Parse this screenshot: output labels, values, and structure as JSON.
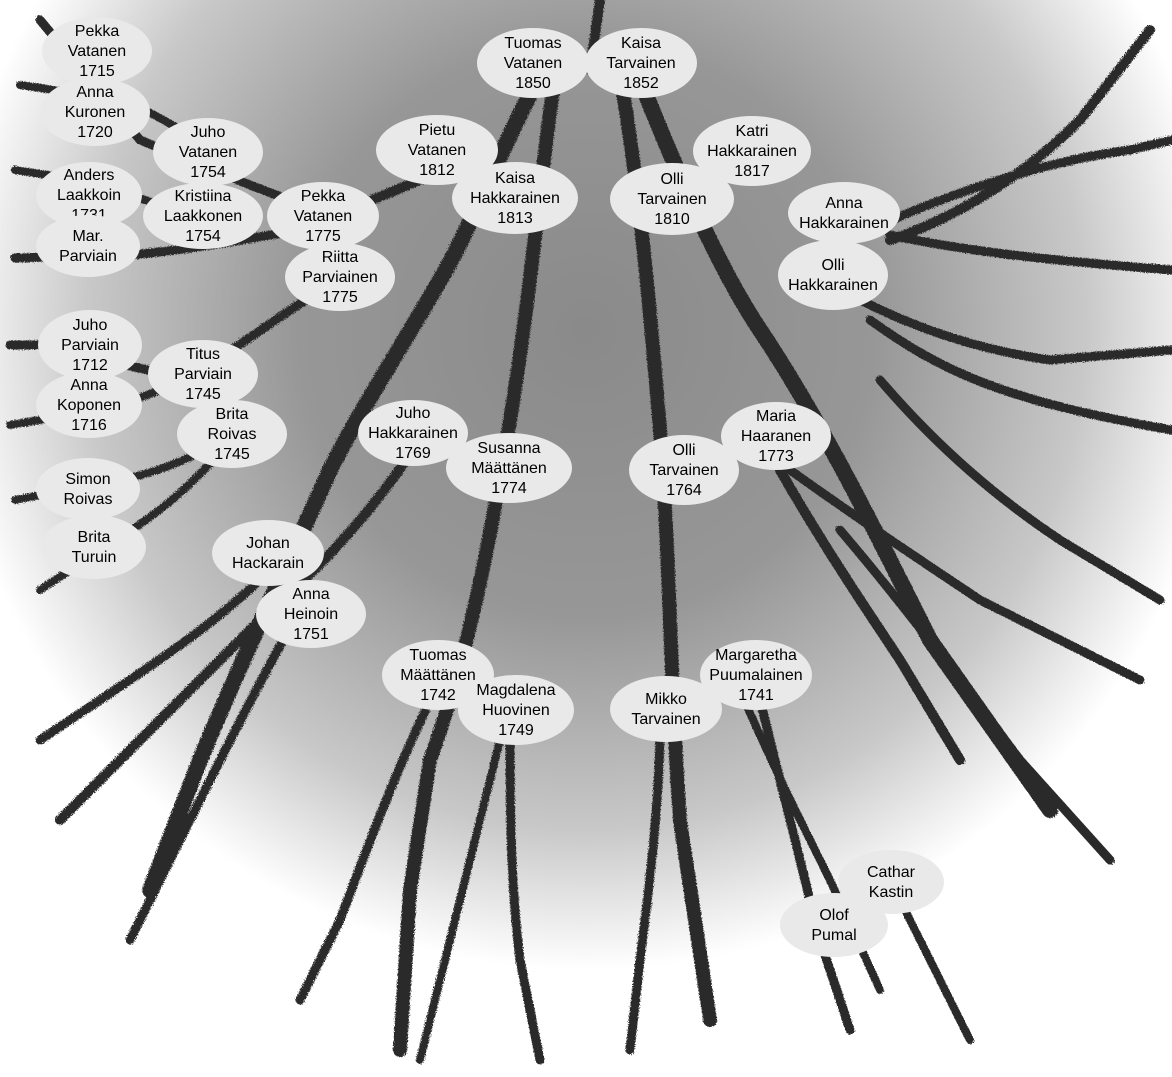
{
  "colors": {
    "background": "#ffffff",
    "bowl_edge": "#ffffff",
    "bowl_center": "#8a8a8a",
    "branch": "#2b2b2b",
    "node_fill": "#e9e9e9",
    "text": "#000000"
  },
  "persons": [
    {
      "id": "tuomas-vatanen-1850",
      "first": "Tuomas",
      "last": "Vatanen",
      "year": "1850"
    },
    {
      "id": "kaisa-tarvainen-1852",
      "first": "Kaisa",
      "last": "Tarvainen",
      "year": "1852"
    },
    {
      "id": "pekka-vatanen-1715",
      "first": "Pekka",
      "last": "Vatanen",
      "year": "1715"
    },
    {
      "id": "anna-kuronen-1720",
      "first": "Anna",
      "last": "Kuronen",
      "year": "1720"
    },
    {
      "id": "juho-vatanen-1754",
      "first": "Juho",
      "last": "Vatanen",
      "year": "1754"
    },
    {
      "id": "anders-laakkoin-1731",
      "first": "Anders",
      "last": "Laakkoin",
      "year": "1731"
    },
    {
      "id": "kristiina-laakkonen-1754",
      "first": "Kristiina",
      "last": "Laakkonen",
      "year": "1754"
    },
    {
      "id": "mar-parviain",
      "first": "Mar.",
      "last": "Parviain",
      "year": ""
    },
    {
      "id": "pekka-vatanen-1775",
      "first": "Pekka",
      "last": "Vatanen",
      "year": "1775"
    },
    {
      "id": "riitta-parviainen-1775",
      "first": "Riitta",
      "last": "Parviainen",
      "year": "1775"
    },
    {
      "id": "pietu-vatanen-1812",
      "first": "Pietu",
      "last": "Vatanen",
      "year": "1812"
    },
    {
      "id": "kaisa-hakkarainen-1813",
      "first": "Kaisa",
      "last": "Hakkarainen",
      "year": "1813"
    },
    {
      "id": "katri-hakkarainen-1817",
      "first": "Katri",
      "last": "Hakkarainen",
      "year": "1817"
    },
    {
      "id": "olli-tarvainen-1810",
      "first": "Olli",
      "last": "Tarvainen",
      "year": "1810"
    },
    {
      "id": "anna-hakkarainen",
      "first": "Anna",
      "last": "Hakkarainen",
      "year": ""
    },
    {
      "id": "olli-hakkarainen",
      "first": "Olli",
      "last": "Hakkarainen",
      "year": ""
    },
    {
      "id": "juho-parviain-1712",
      "first": "Juho",
      "last": "Parviain",
      "year": "1712"
    },
    {
      "id": "titus-parviain-1745",
      "first": "Titus",
      "last": "Parviain",
      "year": "1745"
    },
    {
      "id": "anna-koponen-1716",
      "first": "Anna",
      "last": "Koponen",
      "year": "1716"
    },
    {
      "id": "brita-roivas-1745",
      "first": "Brita",
      "last": "Roivas",
      "year": "1745"
    },
    {
      "id": "simon-roivas",
      "first": "Simon",
      "last": "Roivas",
      "year": ""
    },
    {
      "id": "brita-turuin",
      "first": "Brita",
      "last": "Turuin",
      "year": ""
    },
    {
      "id": "juho-hakkarainen-1769",
      "first": "Juho",
      "last": "Hakkarainen",
      "year": "1769"
    },
    {
      "id": "susanna-maattanen-1774",
      "first": "Susanna",
      "last": "Määttänen",
      "year": "1774"
    },
    {
      "id": "olli-tarvainen-1764",
      "first": "Olli",
      "last": "Tarvainen",
      "year": "1764"
    },
    {
      "id": "maria-haaranen-1773",
      "first": "Maria",
      "last": "Haaranen",
      "year": "1773"
    },
    {
      "id": "johan-hackarain",
      "first": "Johan",
      "last": "Hackarain",
      "year": ""
    },
    {
      "id": "anna-heinoin-1751",
      "first": "Anna",
      "last": "Heinoin",
      "year": "1751"
    },
    {
      "id": "tuomas-maattanen-1742",
      "first": "Tuomas",
      "last": "Määttänen",
      "year": "1742"
    },
    {
      "id": "magdalena-huovinen-1749",
      "first": "Magdalena",
      "last": "Huovinen",
      "year": "1749"
    },
    {
      "id": "mikko-tarvainen",
      "first": "Mikko",
      "last": "Tarvainen",
      "year": ""
    },
    {
      "id": "margaretha-puumalainen-1741",
      "first": "Margaretha",
      "last": "Puumalainen",
      "year": "1741"
    },
    {
      "id": "cathar-kastin",
      "first": "Cathar",
      "last": "Kastin",
      "year": ""
    },
    {
      "id": "olof-pumal",
      "first": "Olof",
      "last": "Pumal",
      "year": ""
    }
  ]
}
